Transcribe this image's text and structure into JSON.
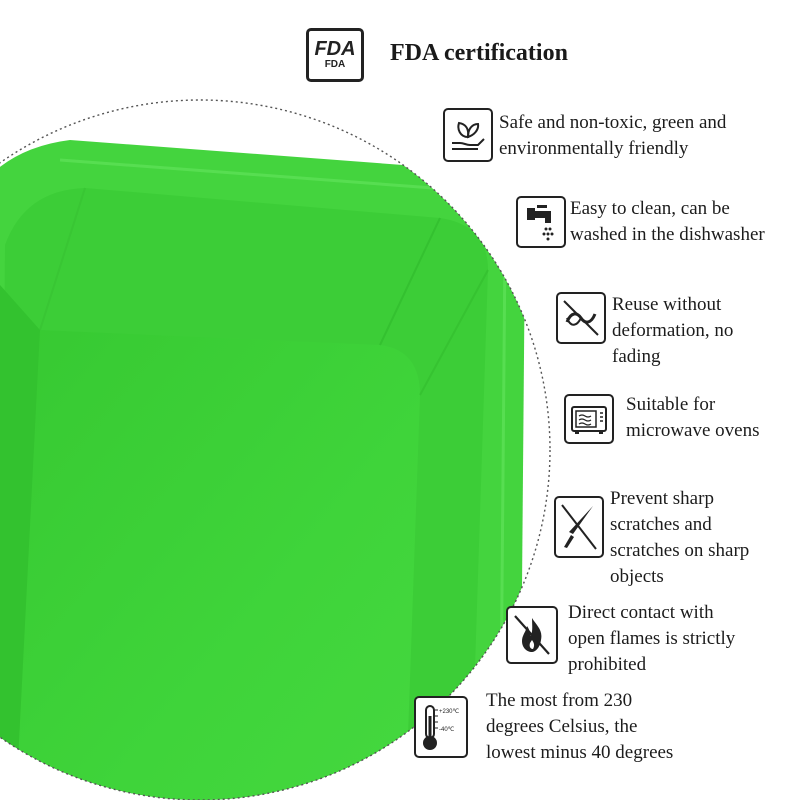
{
  "header": {
    "logo_top": "FDA",
    "logo_bottom": "FDA",
    "title": "FDA certification"
  },
  "features": [
    {
      "icon": "leaf-hand-icon",
      "text": "Safe and non-toxic, green and\nenvironmentally friendly"
    },
    {
      "icon": "faucet-icon",
      "text": "Easy to clean, can be\nwashed in the dishwasher"
    },
    {
      "icon": "no-deformation-icon",
      "text": "Reuse without\ndeformation, no\nfading"
    },
    {
      "icon": "microwave-icon",
      "text": "Suitable for\nmicrowave ovens"
    },
    {
      "icon": "knife-crossed-icon",
      "text": "Prevent sharp\nscratches and\nscratches on sharp\nobjects"
    },
    {
      "icon": "no-flame-icon",
      "text": "Direct contact with\nopen flames is strictly\nprohibited"
    },
    {
      "icon": "thermometer-icon",
      "text": "The most from 230\ndegrees Celsius, the\nlowest minus 40 degrees"
    }
  ],
  "thermometer": {
    "high": "+230℃",
    "low": "-40℃"
  },
  "colors": {
    "silicone_green": "#3fd13a",
    "silicone_green_dark": "#2fb82c",
    "text": "#1c1c1c",
    "dotted_circle": "#555555"
  }
}
